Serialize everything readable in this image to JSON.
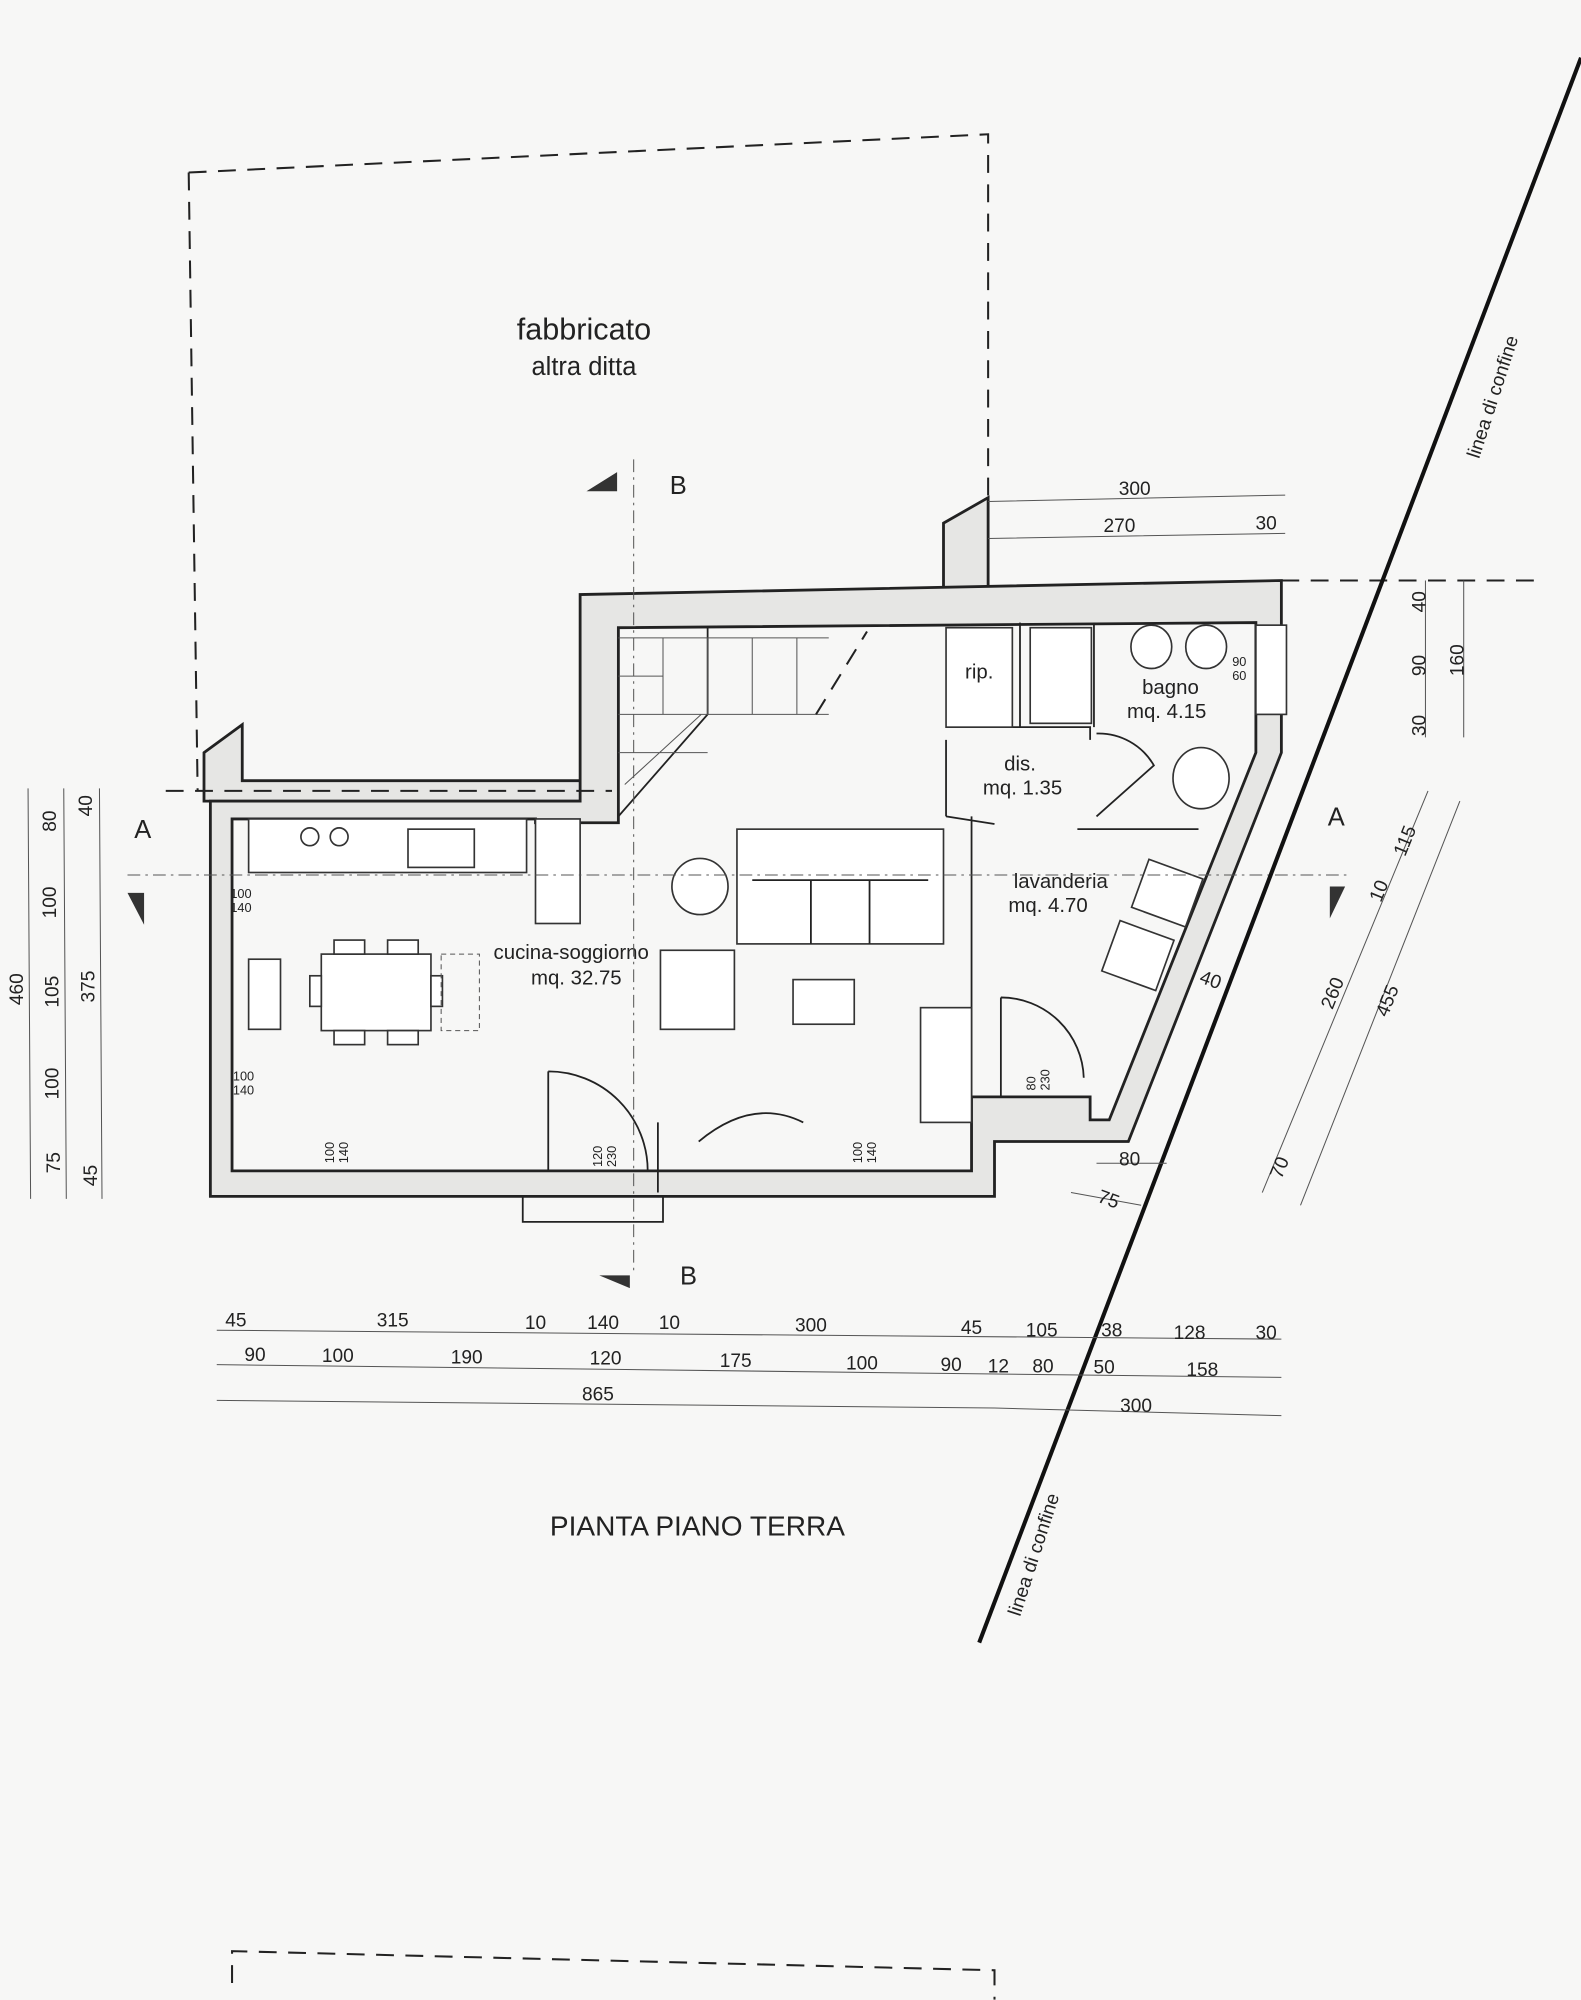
{
  "neighbor": {
    "title": "fabbricato",
    "subtitle": "altra ditta"
  },
  "rooms": [
    {
      "name": "cucina-soggiorno",
      "area": "mq. 32.75"
    },
    {
      "name": "bagno",
      "area": "mq. 4.15"
    },
    {
      "name": "dis.",
      "area": "mq. 1.35"
    },
    {
      "name": "lavanderia",
      "area": "mq. 4.70"
    },
    {
      "name": "rip.",
      "area": ""
    }
  ],
  "openings": {
    "win_left_top": [
      "100",
      "140"
    ],
    "win_left_bottom": [
      "100",
      "140"
    ],
    "win_bottom_left": [
      "100",
      "140"
    ],
    "win_bottom_right": [
      "100",
      "140"
    ],
    "door_entry": [
      "120",
      "230"
    ],
    "door_lav": [
      "80",
      "230"
    ],
    "win_bagno": [
      "90",
      "60"
    ]
  },
  "sections": {
    "a": "A",
    "b": "B"
  },
  "boundary_label": "linea di confine",
  "title": "PIANTA PIANO TERRA",
  "dims": {
    "bottom_row1": [
      "45",
      "315",
      "10",
      "140",
      "10",
      "300",
      "45",
      "105",
      "38",
      "128",
      "30"
    ],
    "bottom_row2": [
      "90",
      "100",
      "190",
      "120",
      "175",
      "100",
      "90",
      "12",
      "80",
      "50",
      "158"
    ],
    "bottom_total": "865",
    "bottom_right_total": "300",
    "left_total": "460",
    "left_row1": [
      "80",
      "100",
      "105",
      "100",
      "75"
    ],
    "left_row2": [
      "40",
      "375",
      "45"
    ],
    "top": [
      "300",
      "270",
      "30"
    ],
    "right_row1": [
      "40",
      "90",
      "30"
    ],
    "right_total": "160",
    "diagonal": [
      "115",
      "10",
      "260",
      "455",
      "70"
    ],
    "wall_40": "40",
    "bottom_80": "80",
    "bottom_75": "75"
  }
}
